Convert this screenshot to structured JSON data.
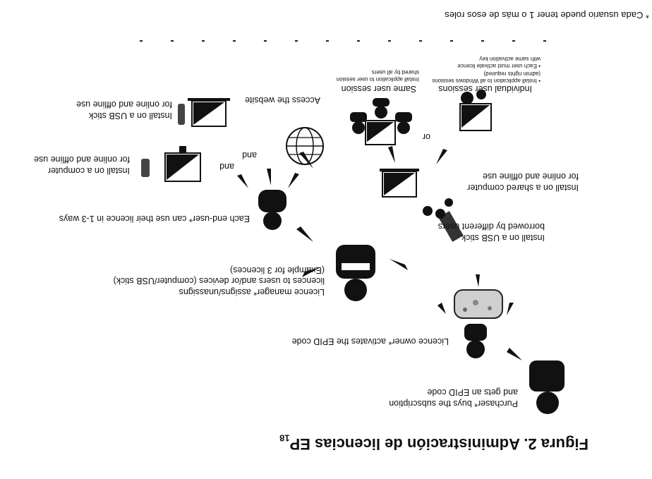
{
  "figure": {
    "title": "Figura 2. Administración de licencias EP",
    "title_sub": "18"
  },
  "steps": {
    "purchaser": [
      "Purchaser* buys the subscription",
      "and gets an EPID code"
    ],
    "owner": "Licence owner* activates the EPID code",
    "manager": [
      "Licence manager* assigns/unassigns",
      "licences to users and/or devices (computer/USB stick)",
      "(Example for 3 licences)"
    ],
    "usb_borrowed": [
      "Install on a USB stick",
      "borrowed by different users"
    ],
    "shared_computer": [
      "Install on a shared computer",
      "for online and offline use"
    ],
    "or_label": "or",
    "individual_sessions": "Individual user sessions",
    "individual_notes": [
      "• Install application to all Windows sessions",
      "(admin rights required)",
      "• Each user must activate licence",
      "with same activation key"
    ],
    "same_session": "Same user session",
    "same_session_notes": [
      "Install application to user session",
      "shared by all users"
    ],
    "end_user": "Each end-user* can use their licence in 1-3 ways",
    "and_label": "and",
    "computer": [
      "Install on a computer",
      "for online and offline use"
    ],
    "usb": [
      "Install on a USB stick",
      "for online and offline use"
    ],
    "website": "Access the website"
  },
  "footnote": "* Cada usuario puede tener 1 o más de esos roles",
  "icons": [
    "person-purchaser-icon",
    "person-owner-icon",
    "epid-card-icon",
    "person-manager-icon",
    "usb-stick-icon",
    "shared-computer-icon",
    "group-users-icon",
    "person-end-user-icon",
    "computer-icon",
    "laptop-icon",
    "globe-icon"
  ],
  "colors": {
    "ink": "#111111",
    "background": "#ffffff"
  }
}
